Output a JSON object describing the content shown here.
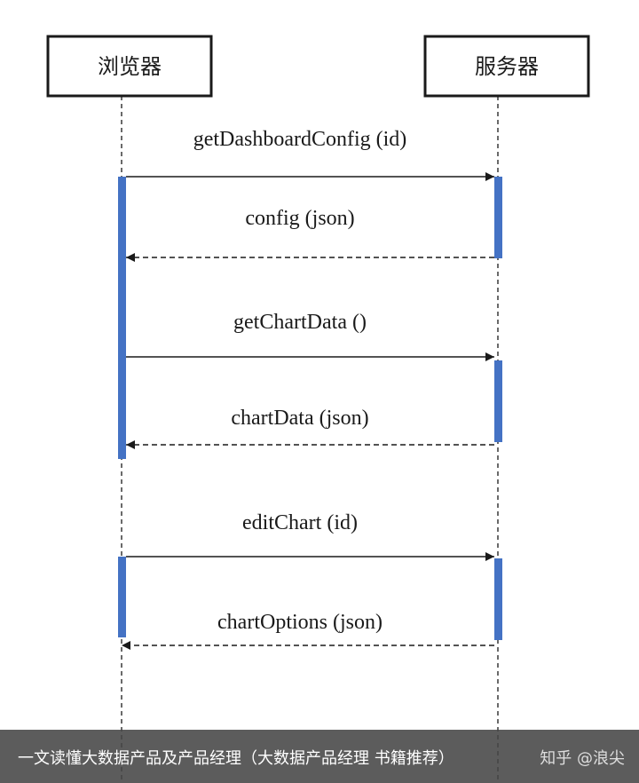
{
  "actors": [
    {
      "id": "browser",
      "label": "浏览器"
    },
    {
      "id": "server",
      "label": "服务器"
    }
  ],
  "messages": [
    {
      "label": "getDashboardConfig (id)",
      "from": "browser",
      "to": "server",
      "kind": "call"
    },
    {
      "label": "config (json)",
      "from": "server",
      "to": "browser",
      "kind": "return"
    },
    {
      "label": "getChartData ()",
      "from": "browser",
      "to": "server",
      "kind": "call"
    },
    {
      "label": "chartData (json)",
      "from": "server",
      "to": "browser",
      "kind": "return"
    },
    {
      "label": "editChart (id)",
      "from": "browser",
      "to": "server",
      "kind": "call"
    },
    {
      "label": "chartOptions (json)",
      "from": "server",
      "to": "browser",
      "kind": "return"
    }
  ],
  "colors": {
    "activation": "#4472c4",
    "line": "#1a1a1a",
    "footer_text": "#ffffff"
  },
  "footer": {
    "title": "一文读懂大数据产品及产品经理（大数据产品经理 书籍推荐）",
    "source": "知乎 @浪尖"
  }
}
